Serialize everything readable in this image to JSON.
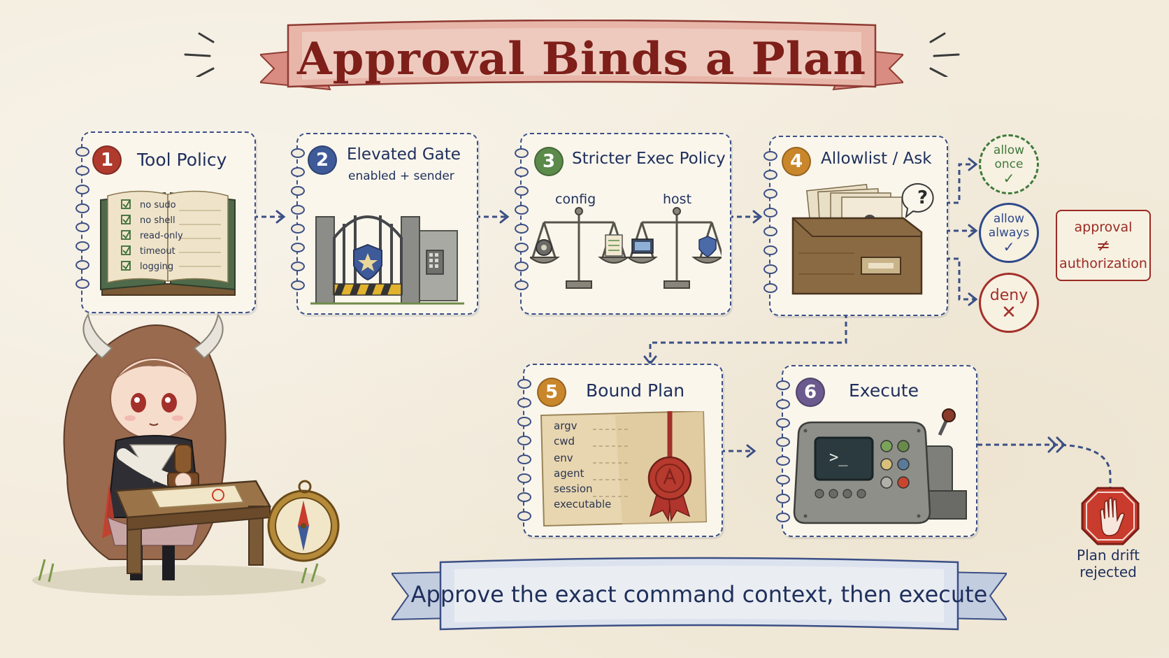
{
  "title": "Approval Binds a Plan",
  "steps": [
    {
      "number": "1",
      "title": "Tool Policy",
      "color": "#b03a2e",
      "checklist": [
        "no sudo",
        "no shell",
        "read-only",
        "timeout",
        "logging"
      ]
    },
    {
      "number": "2",
      "title": "Elevated Gate",
      "subtitle": "enabled + sender",
      "color": "#3e5a99"
    },
    {
      "number": "3",
      "title": "Stricter Exec Policy",
      "color": "#5b8a4a",
      "labels": [
        "config",
        "host"
      ]
    },
    {
      "number": "4",
      "title": "Allowlist / Ask",
      "color": "#c9862b",
      "bubble": "?"
    },
    {
      "number": "5",
      "title": "Bound Plan",
      "color": "#c9862b",
      "fields": [
        "argv",
        "cwd",
        "env",
        "agent",
        "session",
        "executable"
      ]
    },
    {
      "number": "6",
      "title": "Execute",
      "color": "#6a5a8e",
      "terminal": ">_"
    }
  ],
  "decisions": [
    {
      "line1": "allow",
      "line2": "once",
      "mark": "✓",
      "color": "#3f7a3a"
    },
    {
      "line1": "allow",
      "line2": "always",
      "mark": "✓",
      "color": "#2f4a8a"
    },
    {
      "line1": "deny",
      "line2": "",
      "mark": "✕",
      "color": "#a3302a"
    }
  ],
  "note": {
    "line1": "approval",
    "symbol": "≠",
    "line2": "authorization"
  },
  "footer": "Approve the exact command context, then execute",
  "drift": {
    "line1": "Plan drift",
    "line2": "rejected"
  }
}
